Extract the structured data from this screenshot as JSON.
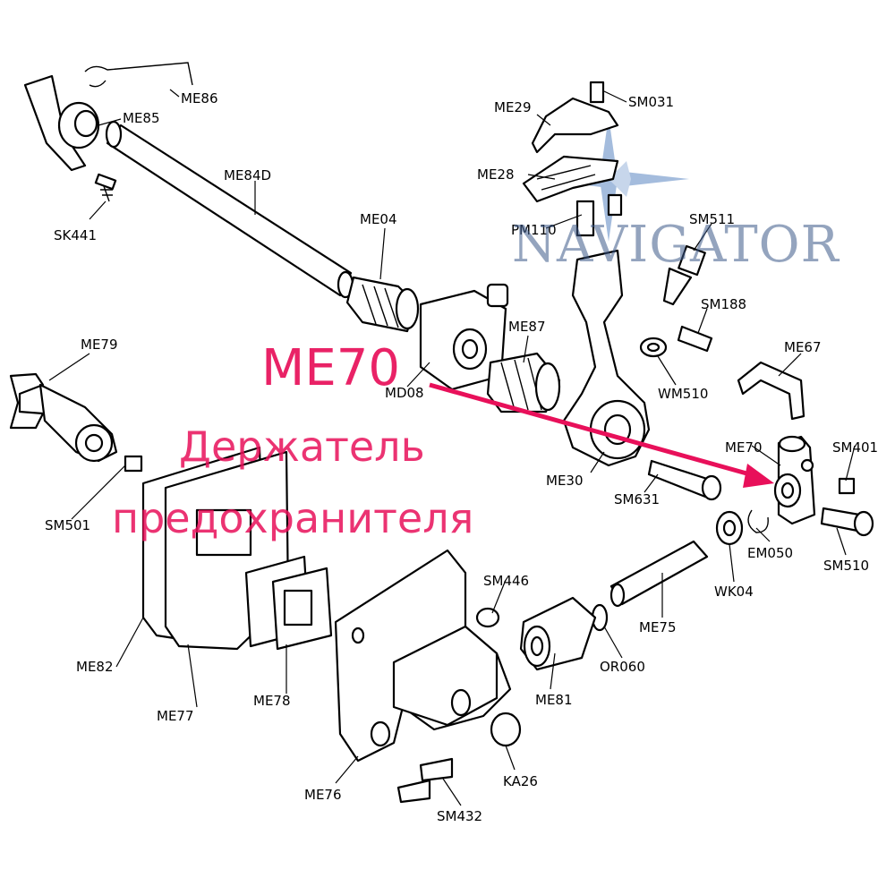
{
  "watermark": {
    "text": "NAVIGATOR"
  },
  "highlight": {
    "code": "ME70",
    "line1": "Держатель",
    "line2": "предохранителя",
    "color": "#e8105a"
  },
  "labels": {
    "ME86": "ME86",
    "ME85": "ME85",
    "ME84D": "ME84D",
    "SK441": "SK441",
    "ME04": "ME04",
    "SM031": "SM031",
    "ME29": "ME29",
    "ME28": "ME28",
    "PM110": "PM110",
    "SM511": "SM511",
    "SM188": "SM188",
    "ME79": "ME79",
    "ME87": "ME87",
    "MD08": "MD08",
    "WM510": "WM510",
    "ME67": "ME67",
    "ME70": "ME70",
    "SM401": "SM401",
    "ME30": "ME30",
    "SM631": "SM631",
    "SM501": "SM501",
    "EM050": "EM050",
    "SM510": "SM510",
    "WK04": "WK04",
    "SM446": "SM446",
    "ME75": "ME75",
    "ME82": "ME82",
    "OR060": "OR060",
    "ME77": "ME77",
    "ME78": "ME78",
    "ME81": "ME81",
    "ME76": "ME76",
    "KA26": "KA26",
    "SM432": "SM432"
  }
}
